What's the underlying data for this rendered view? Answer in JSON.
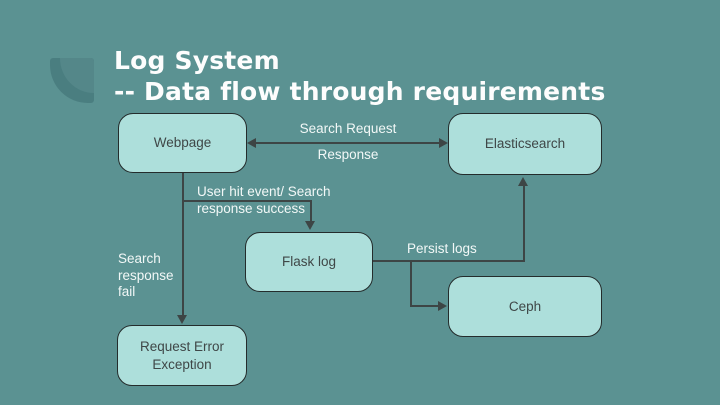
{
  "slide": {
    "title_line1": "Log System",
    "title_line2": "-- Data flow through requirements"
  },
  "colors": {
    "background": "#5b9292",
    "node_fill": "#addfdb",
    "node_border": "#242c2c",
    "connector": "#3d4545",
    "edge_label_text": "#f2f8f7",
    "node_text": "#3f4747",
    "title_text": "#fdfdfd",
    "decor_outer": "#4a7e80",
    "decor_inner": "#548789"
  },
  "nodes": {
    "webpage": {
      "label": "Webpage"
    },
    "elasticsearch": {
      "label": "Elasticsearch"
    },
    "flask_log": {
      "label": "Flask log"
    },
    "ceph": {
      "label": "Ceph"
    },
    "request_error": {
      "label": "Request Error Exception"
    }
  },
  "edge_labels": {
    "search_request": "Search Request",
    "response": "Response",
    "user_hit_line1": "User hit event/ Search",
    "user_hit_line2": "response success",
    "fail_line1": "Search",
    "fail_line2": "response",
    "fail_line3": "fail",
    "persist_logs": "Persist logs"
  }
}
